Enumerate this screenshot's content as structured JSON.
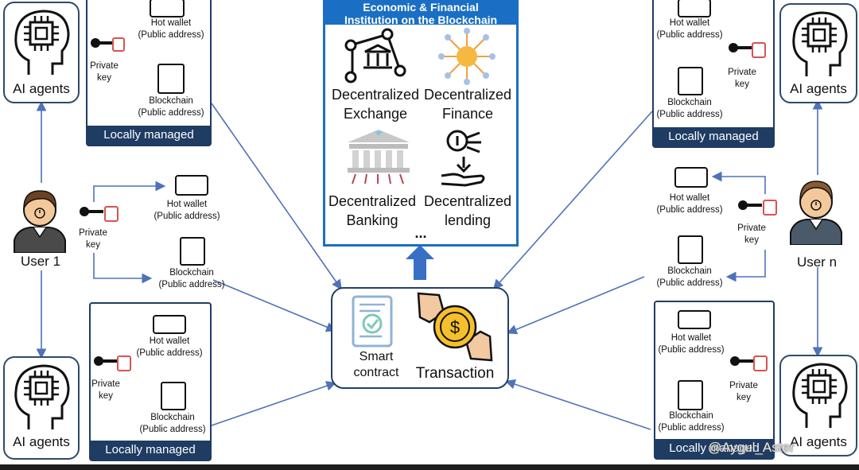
{
  "economy": {
    "title_line1": "Economic & Financial",
    "title_line2": "Institution on the Blockchain",
    "items": [
      {
        "line1": "Decentralized",
        "line2": "Exchange",
        "icon": "exchange-network-icon"
      },
      {
        "line1": "Decentralized",
        "line2": "Finance",
        "icon": "finance-network-icon"
      },
      {
        "line1": "Decentralized",
        "line2": "Banking",
        "icon": "bank-icon"
      },
      {
        "line1": "Decentralized",
        "line2": "lending",
        "icon": "lending-hand-icon"
      }
    ],
    "ellipsis": "..."
  },
  "center": {
    "smart_contract_line1": "Smart",
    "smart_contract_line2": "contract",
    "transaction": "Transaction"
  },
  "users": {
    "left": "User 1",
    "right": "User n"
  },
  "agent_label": "AI agents",
  "labels": {
    "hot_wallet": "Hot wallet",
    "public_address": "(Public address)",
    "blockchain": "Blockchain",
    "private": "Private",
    "key": "key",
    "locally_managed": "Locally managed"
  },
  "watermark": "@Aygul_Aster",
  "colors": {
    "panel_navy": "#1f3c63",
    "eco_blue": "#1a6fc4",
    "arrow_blue": "#4f72b8",
    "lock_red": "#d9534f"
  }
}
